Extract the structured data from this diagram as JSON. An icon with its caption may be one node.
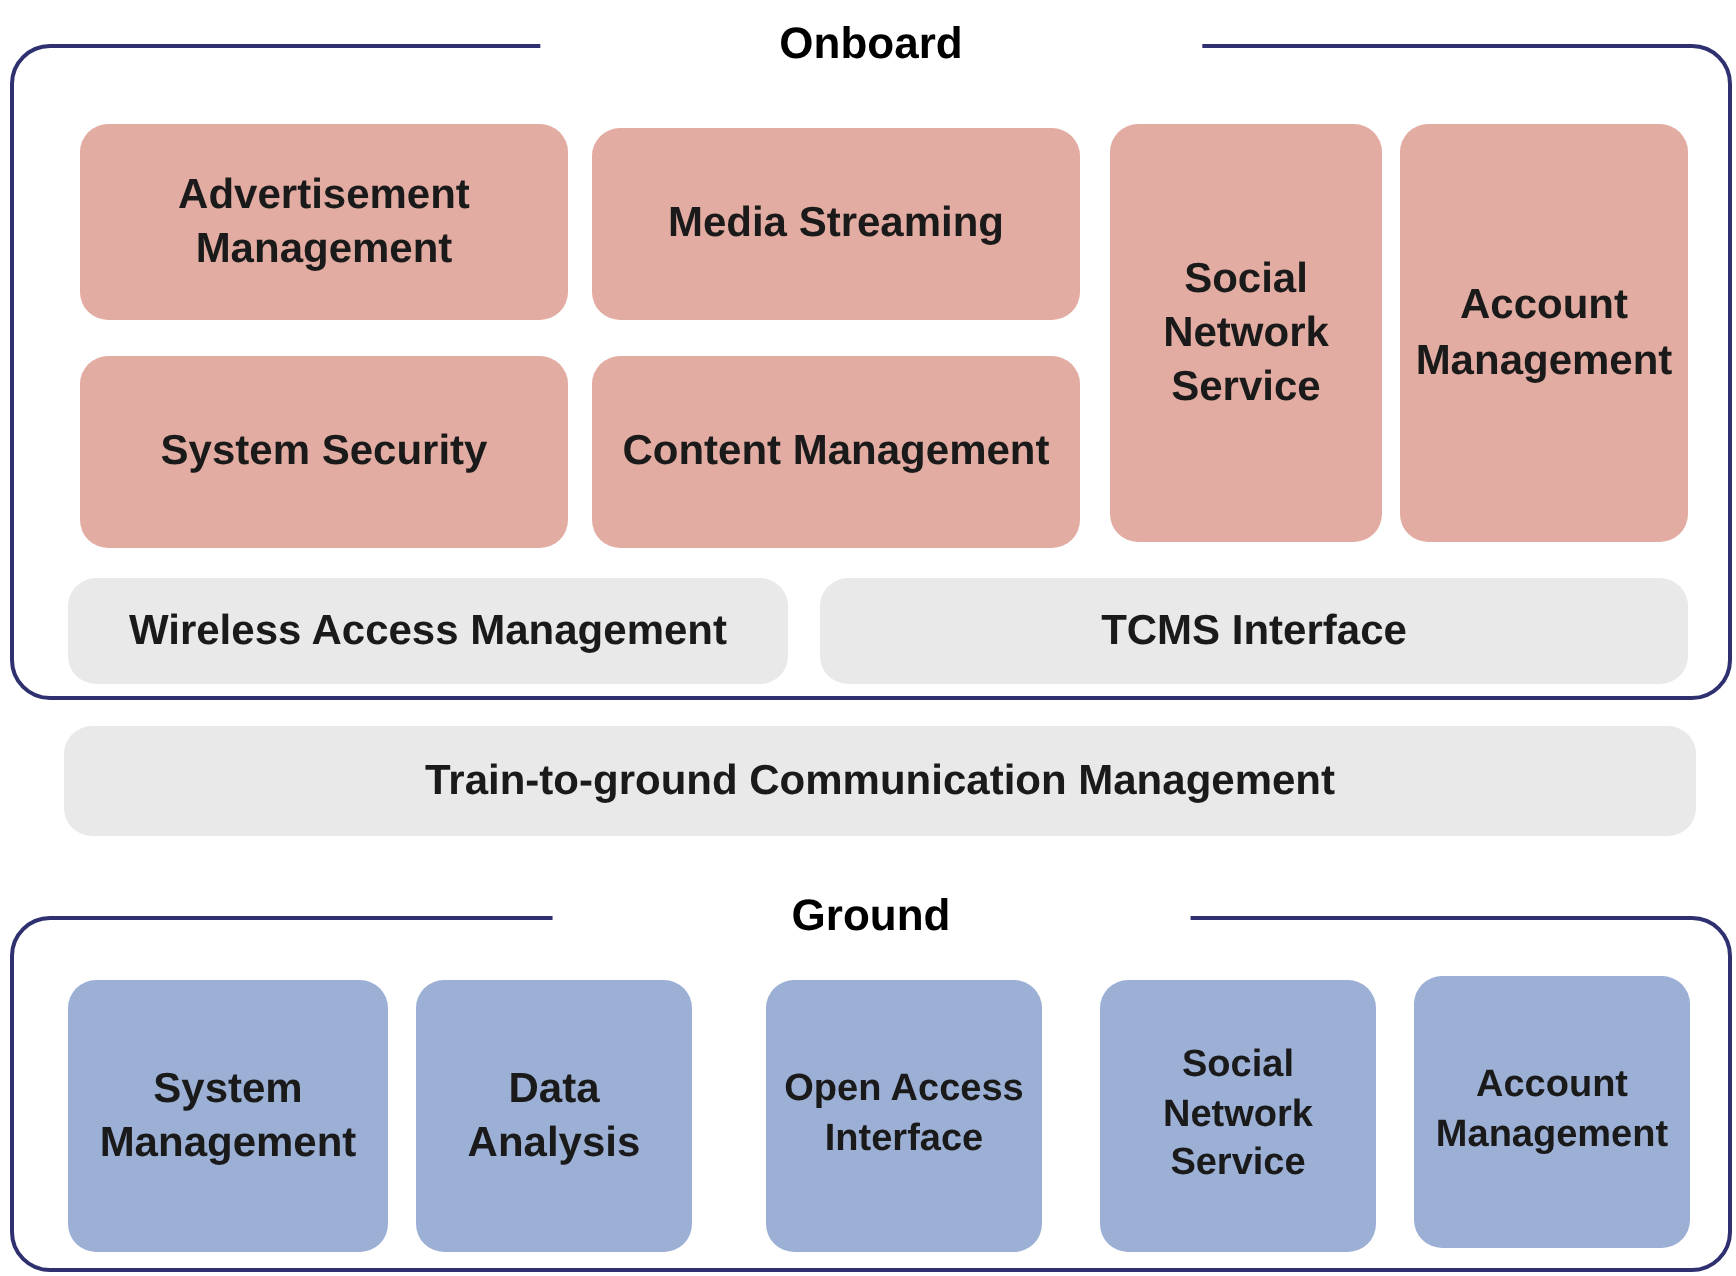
{
  "diagram": {
    "nodes": [
      {
        "text": [
          "Onboard"
        ]
      },
      {
        "text": [
          "Advertisement Management"
        ],
        "in": 0
      },
      {
        "text": [
          "Media Streaming"
        ],
        "in": 0
      },
      {
        "text": [
          "Social Network Service"
        ],
        "in": 0
      },
      {
        "text": [
          "Account Management"
        ],
        "in": 0
      },
      {
        "text": [
          "System Security"
        ],
        "in": 0
      },
      {
        "text": [
          "Content Management"
        ],
        "in": 0
      },
      {
        "text": [
          "Wireless Access Management"
        ],
        "in": 0
      },
      {
        "text": [
          "TCMS Interface"
        ],
        "in": 0
      },
      {
        "text": [
          "Train-to-ground Communication Management"
        ]
      },
      {
        "text": [
          "Ground"
        ]
      },
      {
        "text": [
          "System Management"
        ],
        "in": 10
      },
      {
        "text": [
          "Data Analysis"
        ],
        "in": 10
      },
      {
        "text": [
          "Open Access Interface"
        ],
        "in": 10
      },
      {
        "text": [
          "Social Network Service"
        ],
        "in": 10
      },
      {
        "text": [
          "Account Management"
        ],
        "in": 10
      }
    ]
  }
}
